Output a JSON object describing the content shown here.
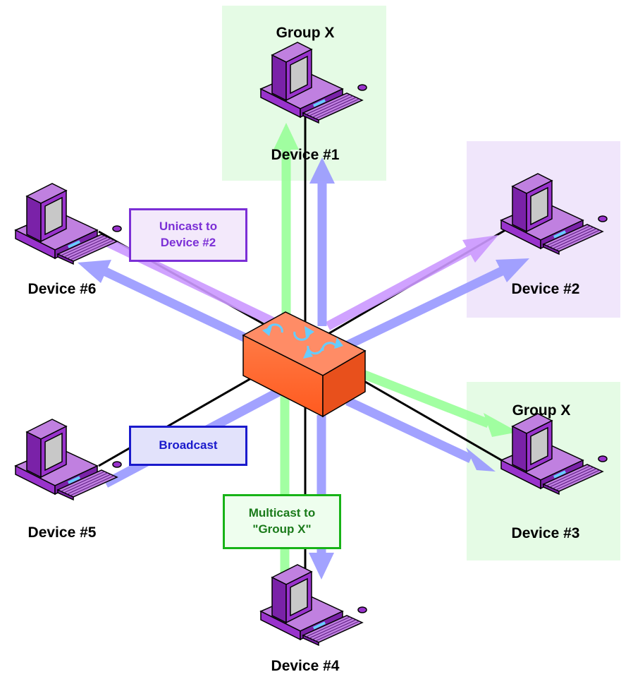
{
  "diagram": {
    "colors": {
      "unicast": "#7b2fd6",
      "unicast_fill": "#f3e9fb",
      "unicast_arrow": "#cc99ff",
      "broadcast": "#1a1acc",
      "broadcast_fill": "#e2e2fb",
      "broadcast_arrow": "#9999ff",
      "multicast": "#17b317",
      "multicast_text": "#1a7a1a",
      "multicast_fill": "#eefeee",
      "multicast_arrow": "#99ff99",
      "group_region": "#e5fbe5",
      "unicast_region": "#f0e6fb",
      "switch": "#ff6633",
      "computer": "#9933cc"
    },
    "group_labels": {
      "top": "Group X",
      "bottom_right": "Group X"
    },
    "devices": [
      {
        "id": "d1",
        "label": "Device #1",
        "icon": "desktop-computer-icon"
      },
      {
        "id": "d2",
        "label": "Device #2",
        "icon": "desktop-computer-icon"
      },
      {
        "id": "d3",
        "label": "Device #3",
        "icon": "desktop-computer-icon"
      },
      {
        "id": "d4",
        "label": "Device #4",
        "icon": "desktop-computer-icon"
      },
      {
        "id": "d5",
        "label": "Device #5",
        "icon": "desktop-computer-icon"
      },
      {
        "id": "d6",
        "label": "Device #6",
        "icon": "desktop-computer-icon"
      }
    ],
    "switch": {
      "icon": "network-switch-icon"
    },
    "callouts": {
      "unicast": {
        "line1": "Unicast to",
        "line2": "Device #2"
      },
      "broadcast": {
        "line1": "Broadcast"
      },
      "multicast": {
        "line1": "Multicast to",
        "line2": "\"Group X\""
      }
    }
  }
}
